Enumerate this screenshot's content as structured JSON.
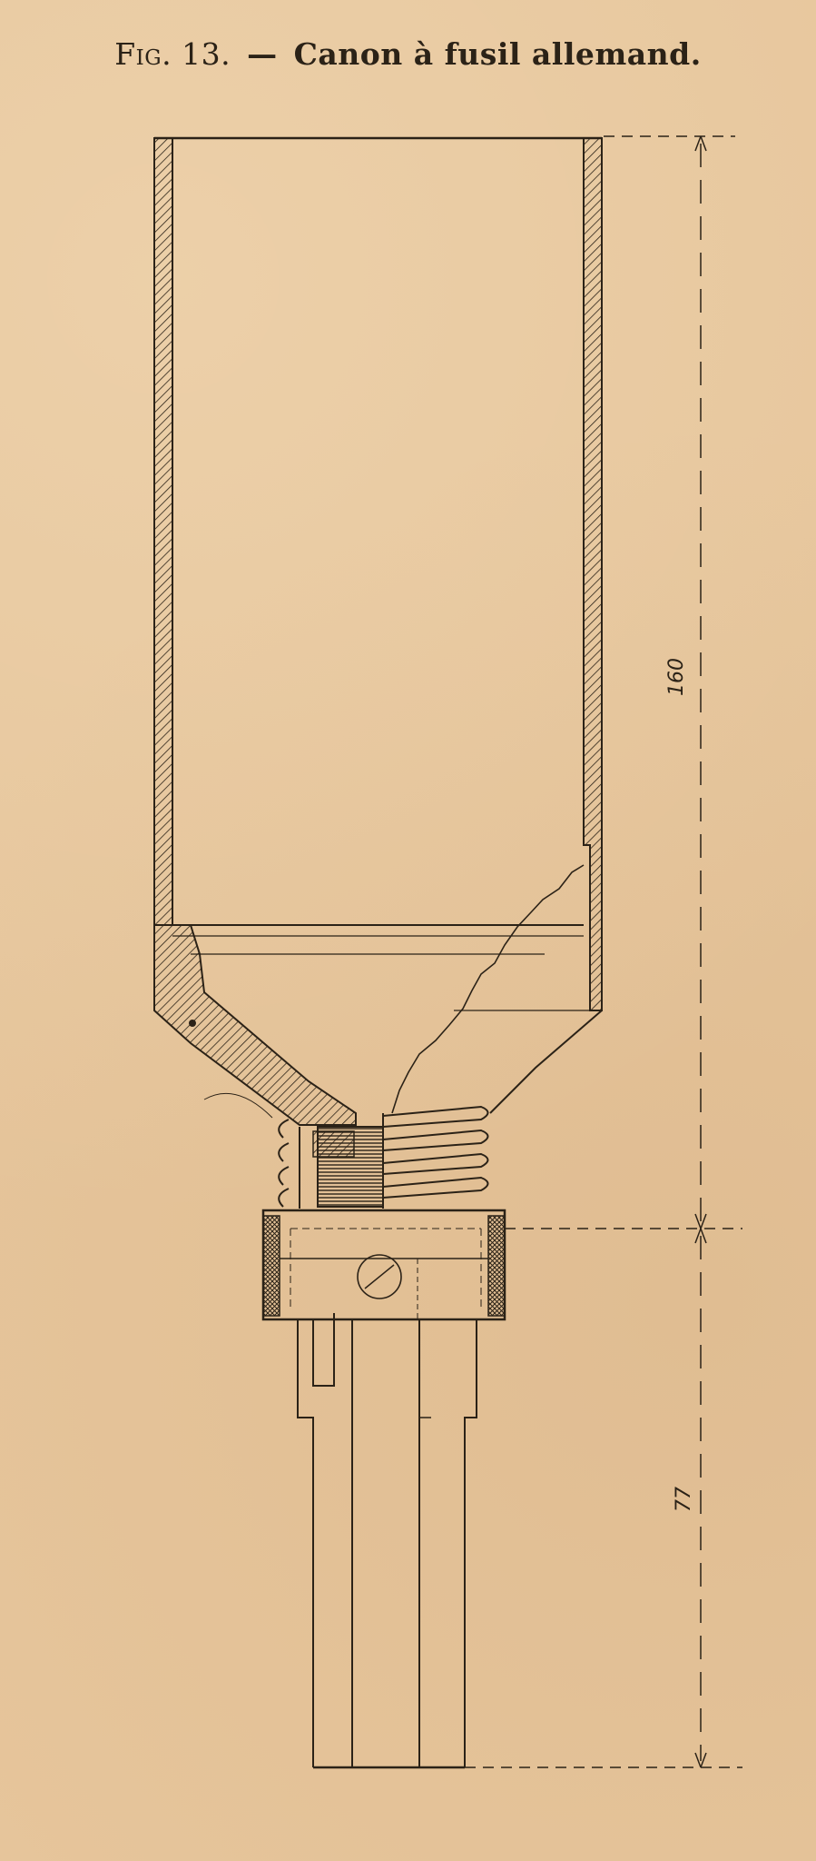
{
  "figure": {
    "number_label": "Fig. 13.",
    "separator": "—",
    "title": "Canon à fusil allemand."
  },
  "dimensions": {
    "upper": "160",
    "lower": "77"
  },
  "colors": {
    "paper": "#e6c59b",
    "ink": "#2b2217"
  }
}
